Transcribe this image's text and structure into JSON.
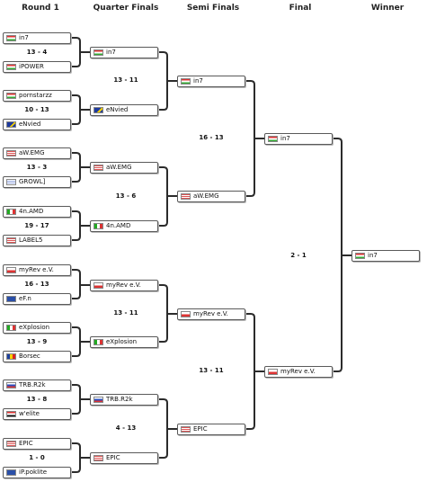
{
  "rounds": [
    "Round 1",
    "Quarter Finals",
    "Semi Finals",
    "Final",
    "Winner"
  ],
  "round1": [
    {
      "top": {
        "name": "in7",
        "flag": "hu"
      },
      "bottom": {
        "name": "iPOWER",
        "flag": "hu"
      },
      "score": "13 - 4"
    },
    {
      "top": {
        "name": "pornstarzz",
        "flag": "hu"
      },
      "bottom": {
        "name": "eNvied",
        "flag": "ba"
      },
      "score": "10 - 13"
    },
    {
      "top": {
        "name": "aW.EMG",
        "flag": "us"
      },
      "bottom": {
        "name": "GROWL]",
        "flag": "il"
      },
      "score": "13 - 3"
    },
    {
      "top": {
        "name": "4n.AMD",
        "flag": "it"
      },
      "bottom": {
        "name": "LABEL5",
        "flag": "us"
      },
      "score": "19 - 17"
    },
    {
      "top": {
        "name": "myRev e.V.",
        "flag": "pl"
      },
      "bottom": {
        "name": "eF.n",
        "flag": "eu"
      },
      "score": "16 - 13"
    },
    {
      "top": {
        "name": "eXplosion",
        "flag": "it"
      },
      "bottom": {
        "name": "Borsec",
        "flag": "ro"
      },
      "score": "13 - 9"
    },
    {
      "top": {
        "name": "TRB.R2k",
        "flag": "ru"
      },
      "bottom": {
        "name": "w'elite",
        "flag": "eg"
      },
      "score": "13 - 8"
    },
    {
      "top": {
        "name": "EPIC",
        "flag": "us"
      },
      "bottom": {
        "name": "iP.poklite",
        "flag": "eu"
      },
      "score": "1 - 0"
    }
  ],
  "quarter": [
    {
      "top": {
        "name": "in7",
        "flag": "hu"
      },
      "bottom": {
        "name": "eNvied",
        "flag": "ba"
      },
      "score": "13 - 11"
    },
    {
      "top": {
        "name": "aW.EMG",
        "flag": "us"
      },
      "bottom": {
        "name": "4n.AMD",
        "flag": "it"
      },
      "score": "13 - 6"
    },
    {
      "top": {
        "name": "myRev e.V.",
        "flag": "pl"
      },
      "bottom": {
        "name": "eXplosion",
        "flag": "it"
      },
      "score": "13 - 11"
    },
    {
      "top": {
        "name": "TRB.R2k",
        "flag": "ru"
      },
      "bottom": {
        "name": "EPIC",
        "flag": "us"
      },
      "score": "4 - 13"
    }
  ],
  "semi": [
    {
      "top": {
        "name": "in7",
        "flag": "hu"
      },
      "bottom": {
        "name": "aW.EMG",
        "flag": "us"
      },
      "score": "16 - 13"
    },
    {
      "top": {
        "name": "myRev e.V.",
        "flag": "pl"
      },
      "bottom": {
        "name": "EPIC",
        "flag": "us"
      },
      "score": "13 - 11"
    }
  ],
  "final": {
    "top": {
      "name": "in7",
      "flag": "hu"
    },
    "bottom": {
      "name": "myRev e.V.",
      "flag": "pl"
    },
    "score": "2 - 1"
  },
  "winner": {
    "name": "in7",
    "flag": "hu"
  },
  "colors": {
    "line": "#2b2b2b",
    "box_border": "#5a5a5a",
    "shadow": "#b9b9b9"
  }
}
